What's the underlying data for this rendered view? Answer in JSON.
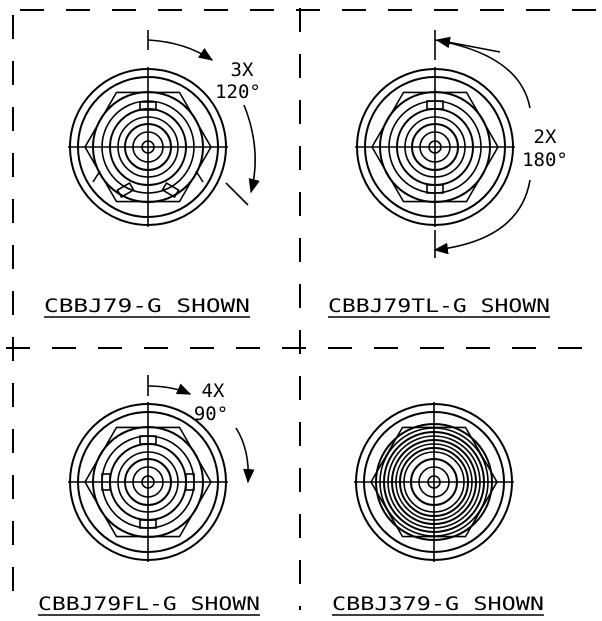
{
  "views": [
    {
      "caption": "CBBJ79-G SHOWN",
      "callout": {
        "count": "3X",
        "angle": "120°"
      }
    },
    {
      "caption": "CBBJ79TL-G SHOWN",
      "callout": {
        "count": "2X",
        "angle": "180°"
      }
    },
    {
      "caption": "CBBJ79FL-G SHOWN",
      "callout": {
        "count": "4X",
        "angle": "90°"
      }
    },
    {
      "caption": "CBBJ379-G SHOWN"
    }
  ]
}
